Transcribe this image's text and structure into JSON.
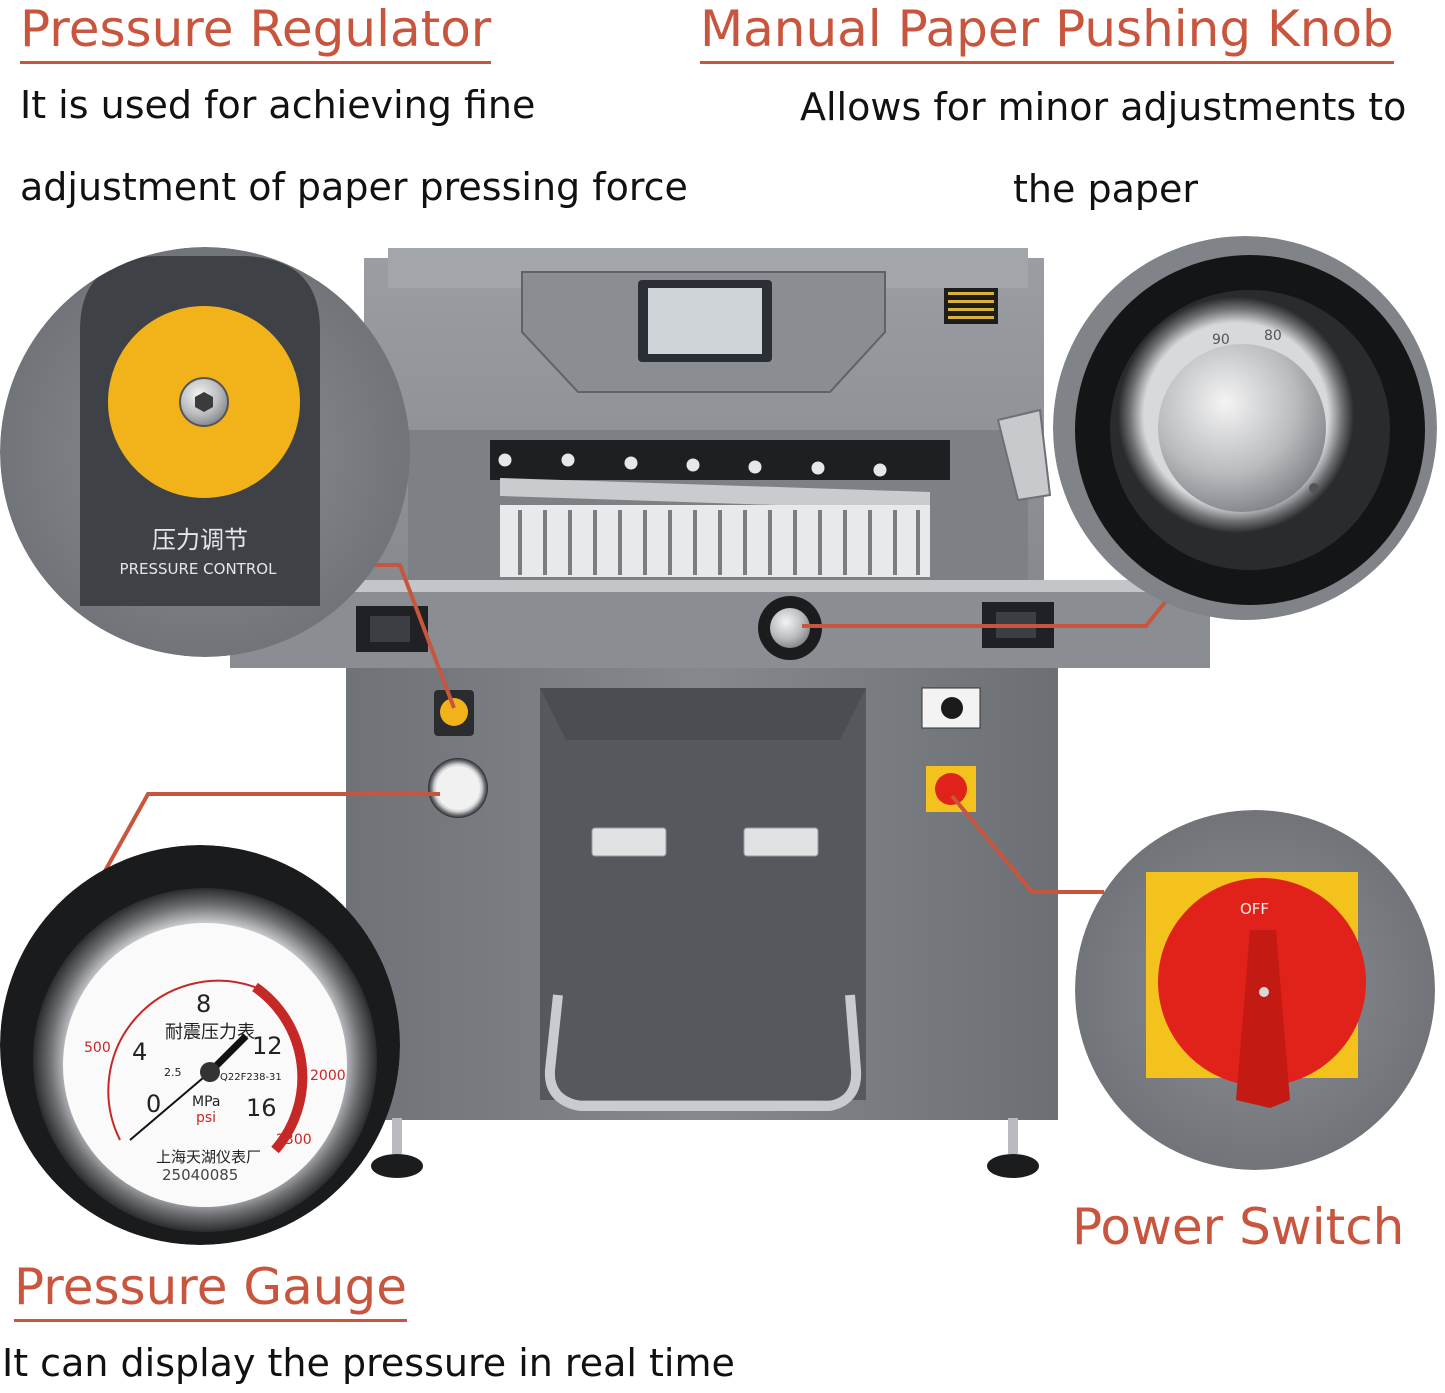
{
  "colors": {
    "accent": "#c8553d",
    "machine_body": "#7c7f84",
    "machine_dark": "#5a5d62",
    "regulator_yellow": "#f2b21a",
    "switch_red": "#e0221b",
    "switch_yellow": "#f4c21d"
  },
  "callouts": {
    "pressure_regulator": {
      "title": "Pressure Regulator",
      "desc_line1": "It is used for achieving fine",
      "desc_line2": "adjustment of paper pressing force"
    },
    "paper_knob": {
      "title": "Manual Paper Pushing Knob",
      "desc_line1": "Allows for minor adjustments to",
      "desc_line2": "the paper"
    },
    "power_switch": {
      "title": "Power Switch"
    },
    "pressure_gauge": {
      "title": "Pressure Gauge",
      "desc_line1": "It can display the pressure in real time"
    }
  },
  "regulator_plate": {
    "label_cn": "压力调节",
    "label_en": "PRESSURE CONTROL"
  },
  "gauge": {
    "label_cn": "耐震压力表",
    "unit_mpa": "MPa",
    "unit_psi": "psi",
    "maker_cn": "上海天湖仪表厂",
    "serial": "25040085",
    "model": "Q22F238-31",
    "class": "2.5",
    "mpa_ticks": [
      "0",
      "4",
      "8",
      "12",
      "16"
    ],
    "psi_ticks": [
      "500",
      "2000",
      "2300"
    ]
  },
  "knob_dial": {
    "ticks": [
      "90",
      "80"
    ]
  },
  "switch": {
    "off_label": "OFF"
  }
}
